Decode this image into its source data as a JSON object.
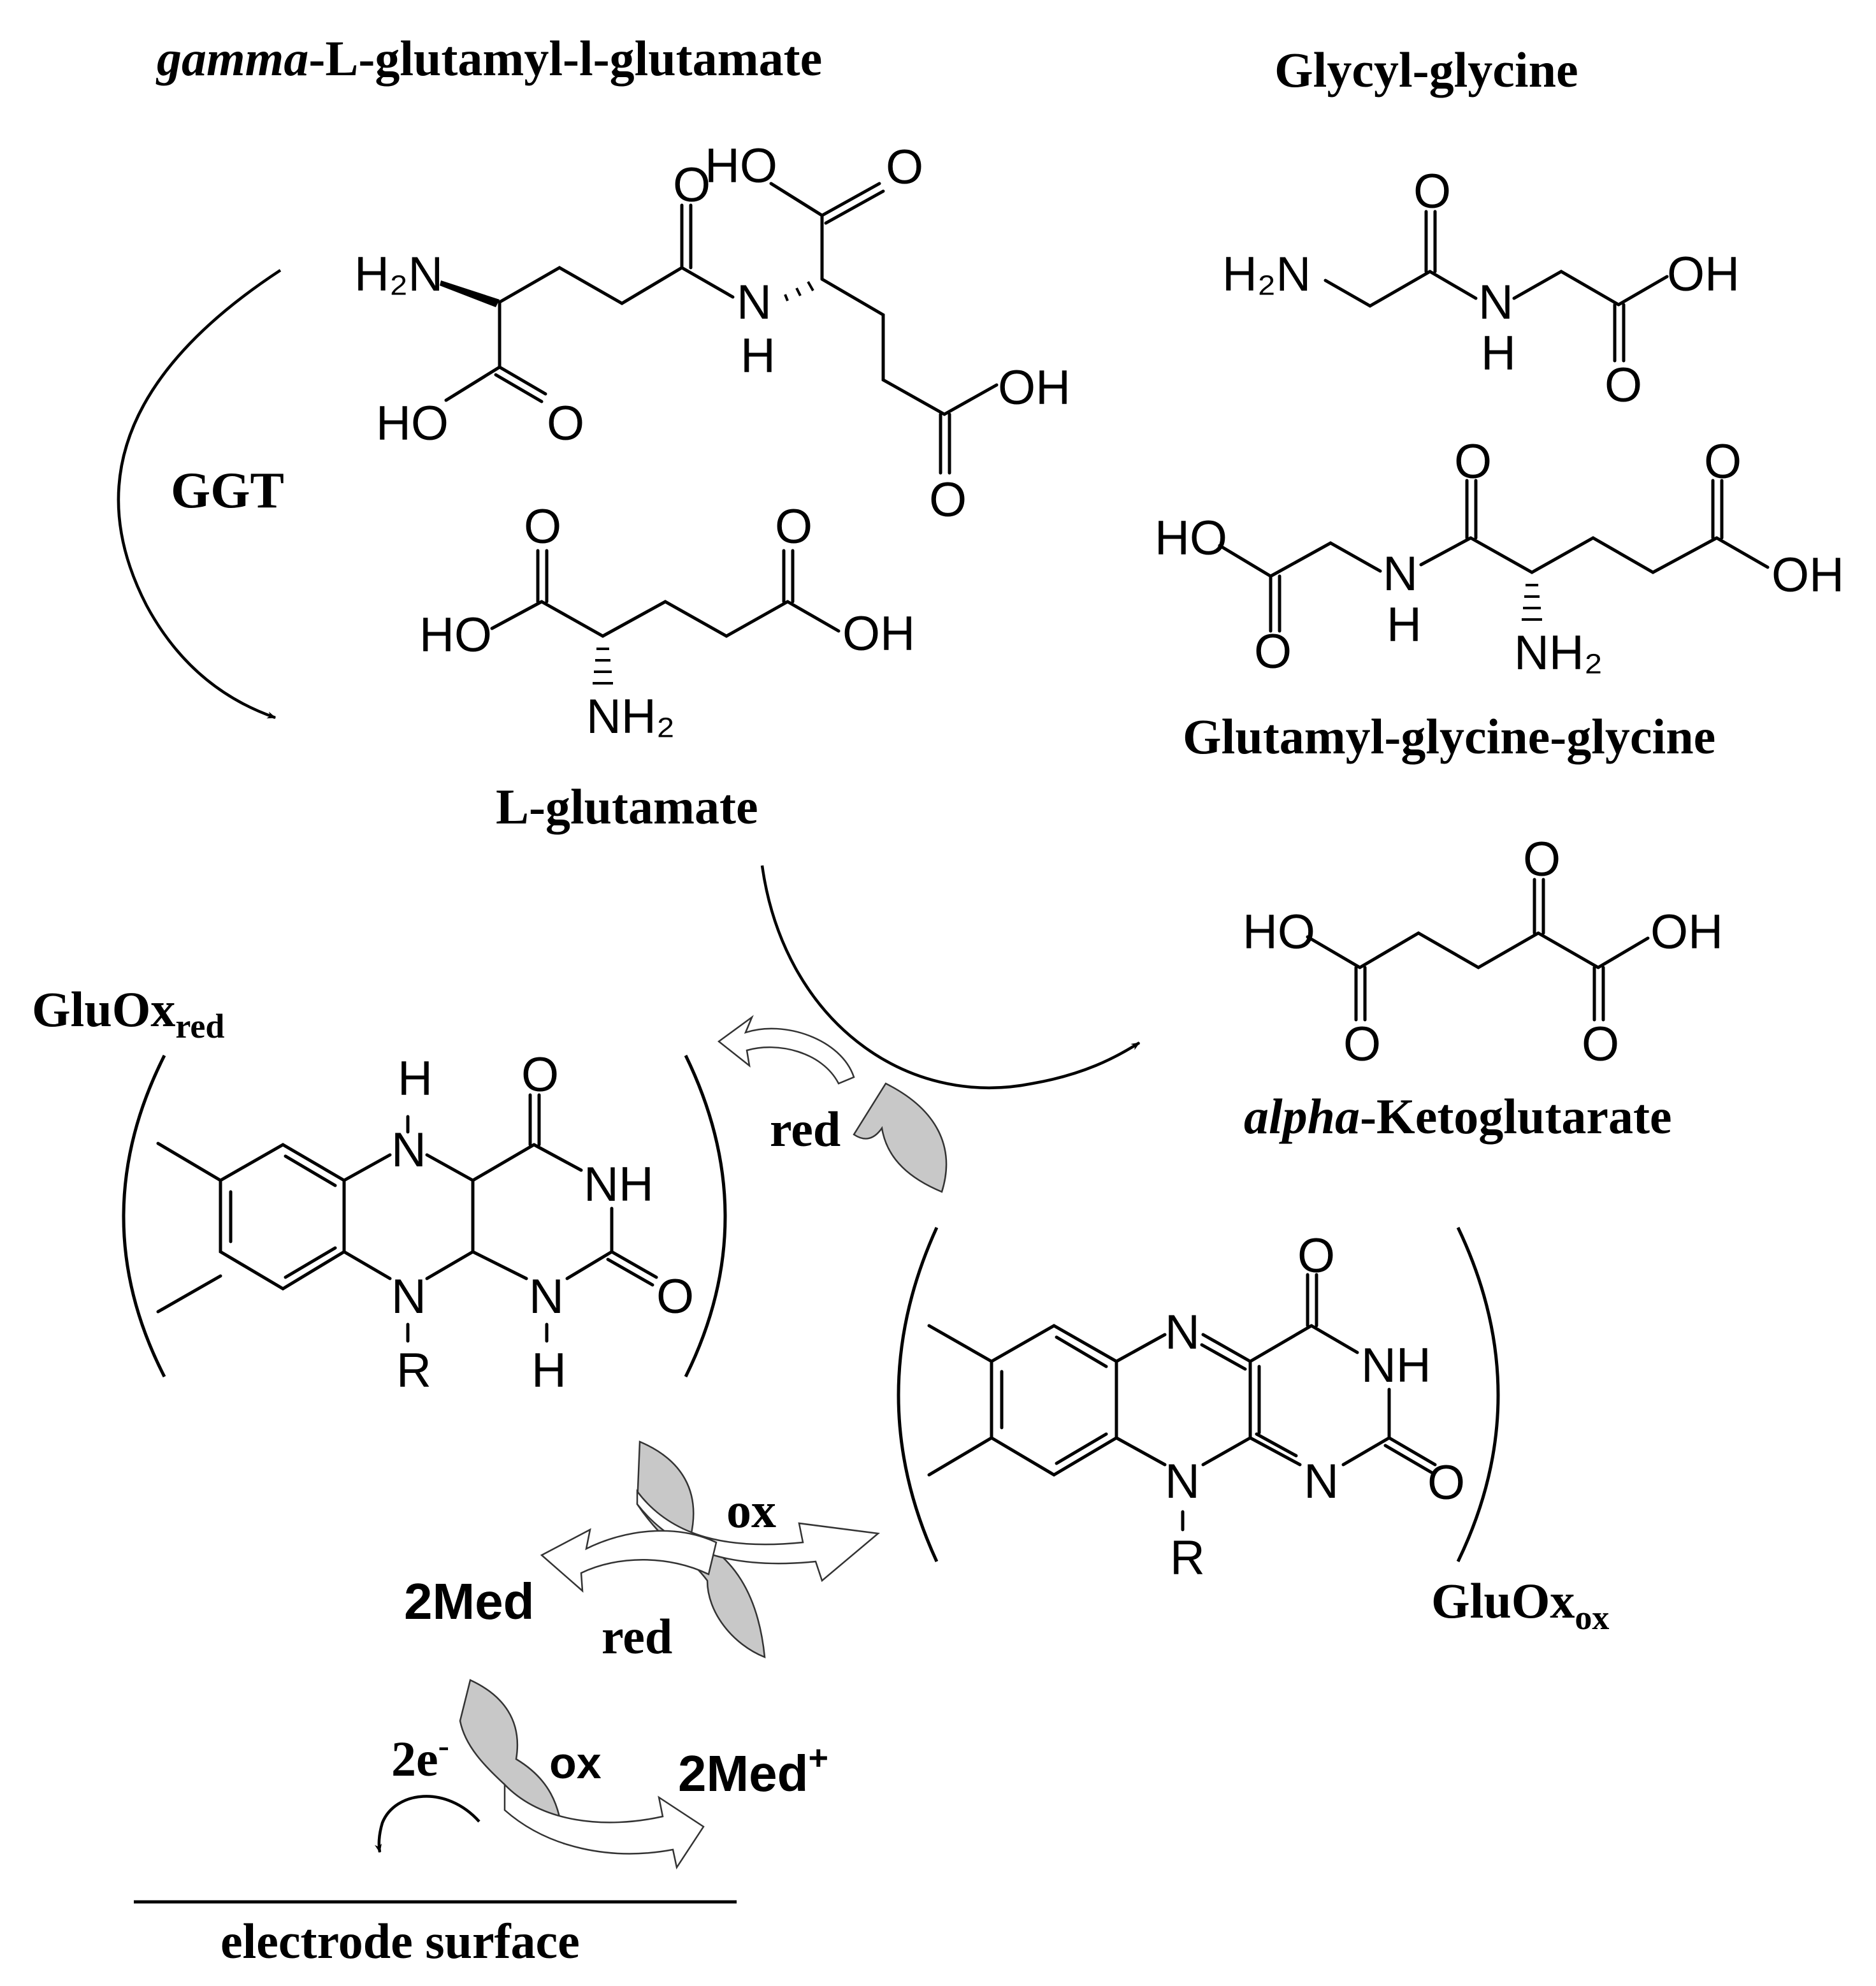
{
  "compounds": {
    "gamma_glu_glu": {
      "italic": "gamma",
      "rest": "-L-glutamyl-l-glutamate"
    },
    "glycyl_glycine": "Glycyl-glycine",
    "l_glutamate": "L-glutamate",
    "glu_gly_gly": "Glutamyl-glycine-glycine",
    "alpha_kg": {
      "italic": "alpha",
      "rest": "-Ketoglutarate"
    },
    "gluox_red": {
      "main": "GluOx",
      "sub": "red"
    },
    "gluox_ox": {
      "main": "GluOx",
      "sub": "ox"
    }
  },
  "enzyme": "GGT",
  "redox": {
    "red_upper": "red",
    "ox_mid": "ox",
    "red_mid": "red",
    "ox_low": "ox",
    "med_reduced": "2Med",
    "med_oxidized": "2Med",
    "med_charge": "+",
    "electrons": "2e",
    "electron_charge": "-"
  },
  "electrode": "electrode surface",
  "atoms": {
    "H2N": "H₂N",
    "NH2": "NH₂",
    "HO": "HO",
    "OH": "OH",
    "O": "O",
    "N": "N",
    "NH": "NH",
    "H": "H",
    "R": "R"
  }
}
